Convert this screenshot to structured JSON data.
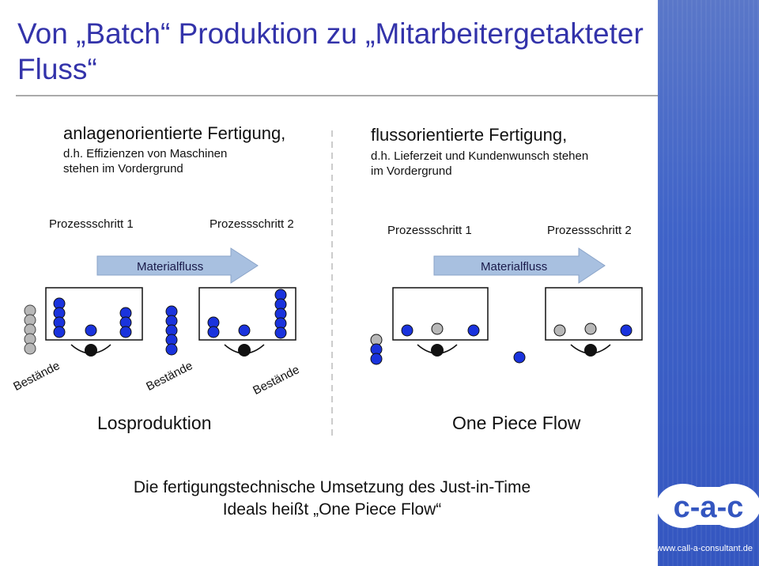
{
  "title": "Von „Batch“ Produktion zu „Mitarbeitergetakteter Fluss“",
  "left": {
    "caption": "anlagenorientierte Fertigung,",
    "caption_sub1": "d.h. Effizienzen von Maschinen",
    "caption_sub2": "stehen im Vordergrund",
    "step1": "Prozessschritt 1",
    "step2": "Prozessschritt 2",
    "flow_label": "Materialfluss",
    "mode": "Losproduktion",
    "bestaende": [
      "Bestände",
      "Bestände",
      "Bestände"
    ]
  },
  "right": {
    "caption": "flussorientierte Fertigung,",
    "caption_sub1": "d.h. Lieferzeit und Kundenwunsch stehen",
    "caption_sub2": "im Vordergrund",
    "step1": "Prozessschritt 1",
    "step2": "Prozessschritt 2",
    "flow_label": "Materialfluss",
    "mode": "One Piece Flow"
  },
  "bottom_text": "Die fertigungstechnische Umsetzung des Just-in-Time Ideals heißt „One Piece Flow“",
  "logo_text": "c-a-c",
  "url": "www.call-a-consultant.de",
  "colors": {
    "title": "#3333aa",
    "blue_part": "#1a33dd",
    "grey_part": "#b8b8b8",
    "arrow": "#a8c0e0"
  }
}
